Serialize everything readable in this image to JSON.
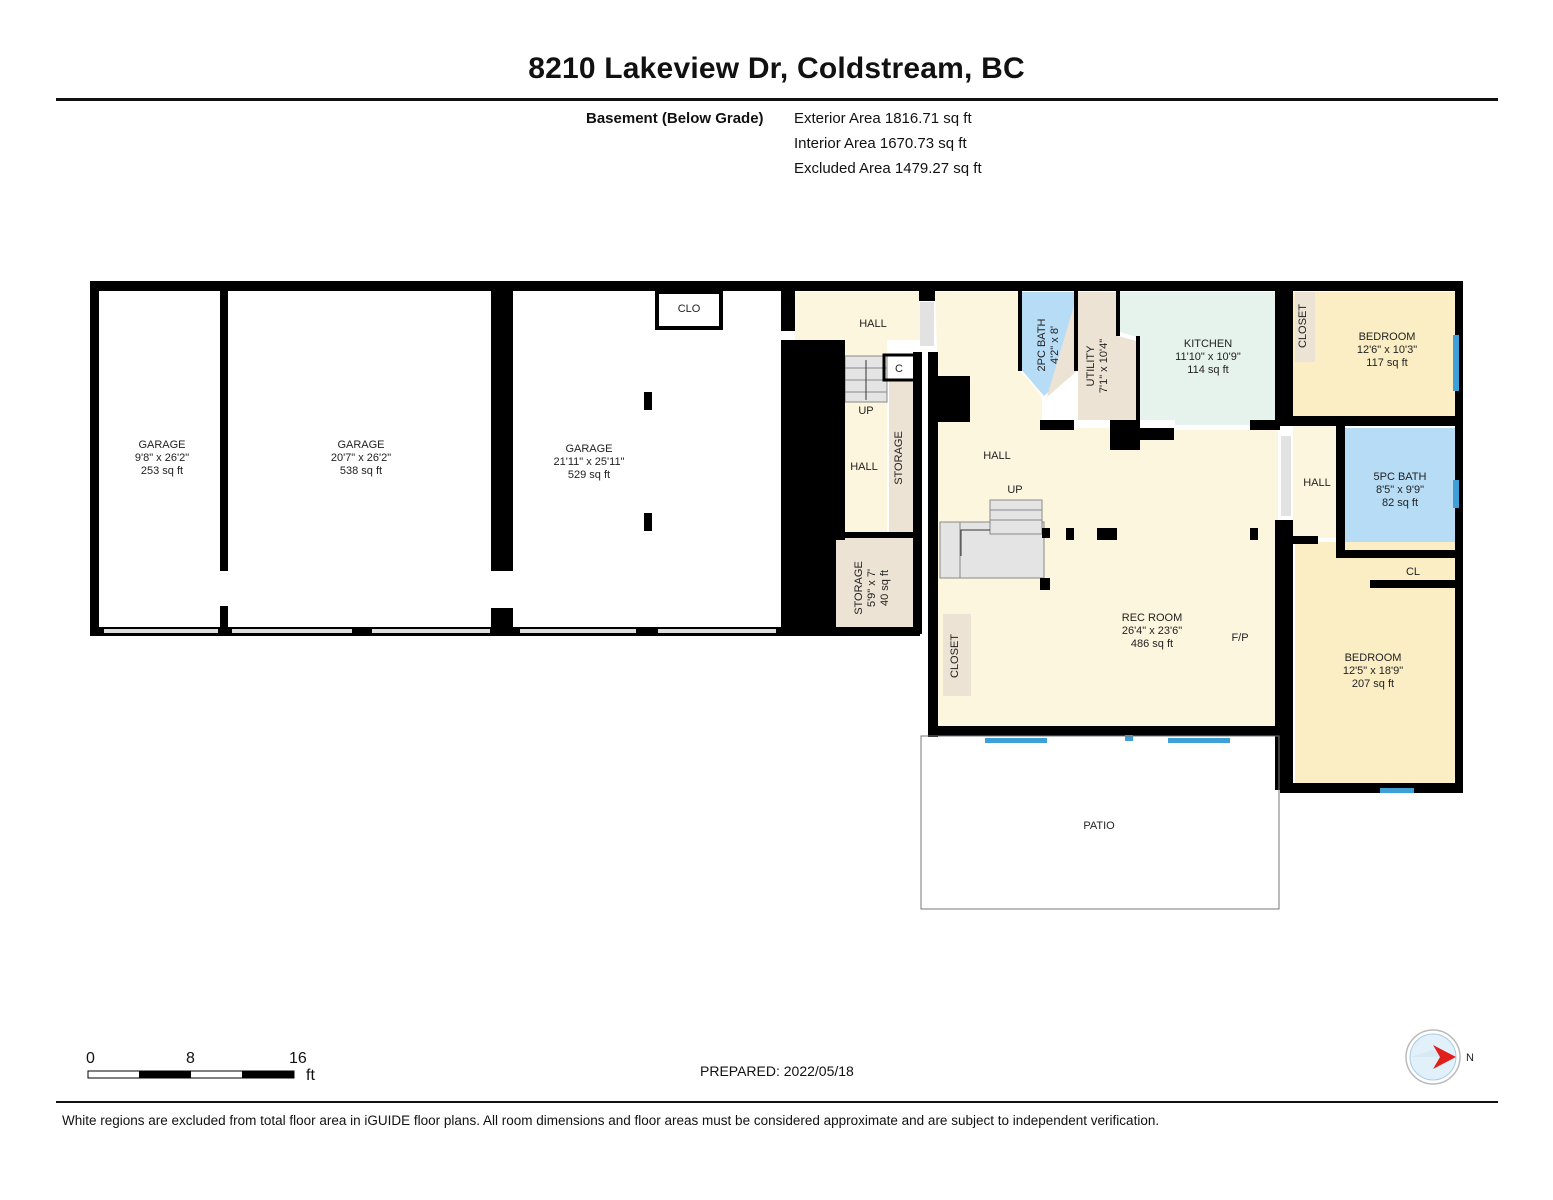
{
  "header": {
    "address": "8210 Lakeview Dr, Coldstream, BC",
    "level": "Basement (Below Grade)",
    "exterior_area": "Exterior Area 1816.71 sq ft",
    "interior_area": "Interior Area 1670.73 sq ft",
    "excluded_area": "Excluded Area 1479.27 sq ft"
  },
  "rooms": {
    "garage1": {
      "name": "GARAGE",
      "dims": "9'8\" x 26'2\"",
      "area": "253 sq ft"
    },
    "garage2": {
      "name": "GARAGE",
      "dims": "20'7\" x 26'2\"",
      "area": "538 sq ft"
    },
    "garage3": {
      "name": "GARAGE",
      "dims": "21'11\" x 25'11\"",
      "area": "529 sq ft"
    },
    "clo": {
      "name": "CLO"
    },
    "hall_top": {
      "name": "HALL"
    },
    "c": {
      "name": "C"
    },
    "up_left": {
      "name": "UP"
    },
    "hall_stair": {
      "name": "HALL"
    },
    "storage_tall": {
      "name": "STORAGE"
    },
    "storage_small": {
      "name": "STORAGE",
      "dims": "5'9\" x 7'",
      "area": "40 sq ft"
    },
    "bath2": {
      "name": "2PC BATH",
      "dims": "4'2\" x 8'"
    },
    "utility": {
      "name": "UTILITY",
      "dims": "7'1\" x 10'4\""
    },
    "kitchen": {
      "name": "KITCHEN",
      "dims": "11'10\" x 10'9\"",
      "area": "114 sq ft"
    },
    "hall_main": {
      "name": "HALL"
    },
    "up_main": {
      "name": "UP"
    },
    "rec": {
      "name": "REC ROOM",
      "dims": "26'4\" x 23'6\"",
      "area": "486 sq ft"
    },
    "fp": {
      "name": "F/P"
    },
    "closet_rec": {
      "name": "CLOSET"
    },
    "closet_bed": {
      "name": "CLOSET"
    },
    "bedroom1": {
      "name": "BEDROOM",
      "dims": "12'6\" x 10'3\"",
      "area": "117 sq ft"
    },
    "hall_right": {
      "name": "HALL"
    },
    "bath5": {
      "name": "5PC BATH",
      "dims": "8'5\" x 9'9\"",
      "area": "82 sq ft"
    },
    "cl": {
      "name": "CL"
    },
    "bedroom2": {
      "name": "BEDROOM",
      "dims": "12'5\" x 18'9\"",
      "area": "207 sq ft"
    },
    "patio": {
      "name": "PATIO"
    }
  },
  "scale": {
    "t0": "0",
    "t8": "8",
    "t16": "16",
    "unit": "ft"
  },
  "compass": {
    "label": "N"
  },
  "prepared": "PREPARED: 2022/05/18",
  "footer": "White regions are excluded from total floor area in iGUIDE floor plans. All room dimensions and floor areas must be considered approximate and are subject to independent verification.",
  "colors": {
    "hall": "#fdf6de",
    "storage": "#ece3d4",
    "bath": "#b6dcf6",
    "kitchen": "#e6f2ec",
    "bedroom": "#fbeec4",
    "window": "#3fa0d8",
    "wall": "#000000"
  }
}
